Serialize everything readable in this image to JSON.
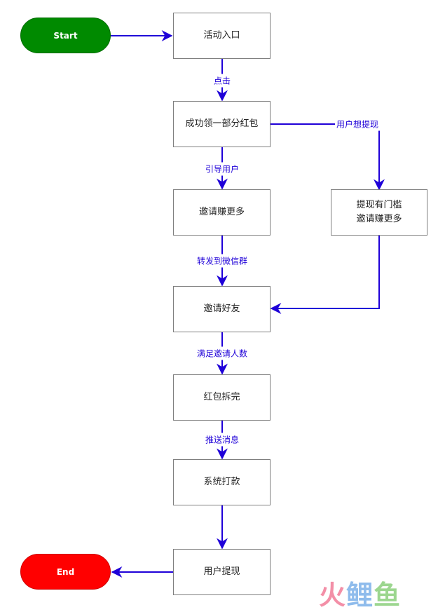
{
  "start": {
    "label": "Start"
  },
  "end": {
    "label": "End"
  },
  "nodes": {
    "entry": "活动入口",
    "claim": "成功领一部分红包",
    "invite_more": "邀请赚更多",
    "threshold_line1": "提现有门槛",
    "threshold_line2": "邀请赚更多",
    "invite_friends": "邀请好友",
    "unpacked": "红包拆完",
    "payout": "系统打款",
    "withdraw": "用户提现"
  },
  "edges": {
    "click": "点击",
    "guide": "引导用户",
    "user_wants": "用户想提现",
    "forward": "转发到微信群",
    "reach": "满足邀请人数",
    "push": "推送消息"
  },
  "watermark": {
    "chars": [
      "火",
      "鲤",
      "鱼"
    ],
    "colors": [
      "#f06a8a",
      "#6aa6e6",
      "#7cc96a"
    ]
  }
}
